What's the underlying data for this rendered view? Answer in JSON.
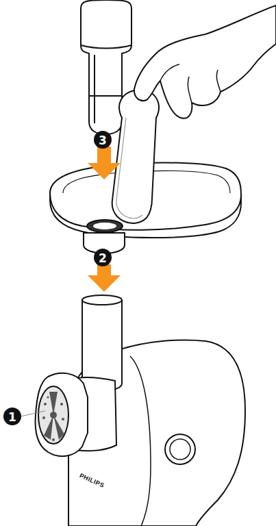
{
  "diagram": {
    "labels": [
      "3",
      "2",
      "1",
      "PHILIPS"
    ]
  }
}
